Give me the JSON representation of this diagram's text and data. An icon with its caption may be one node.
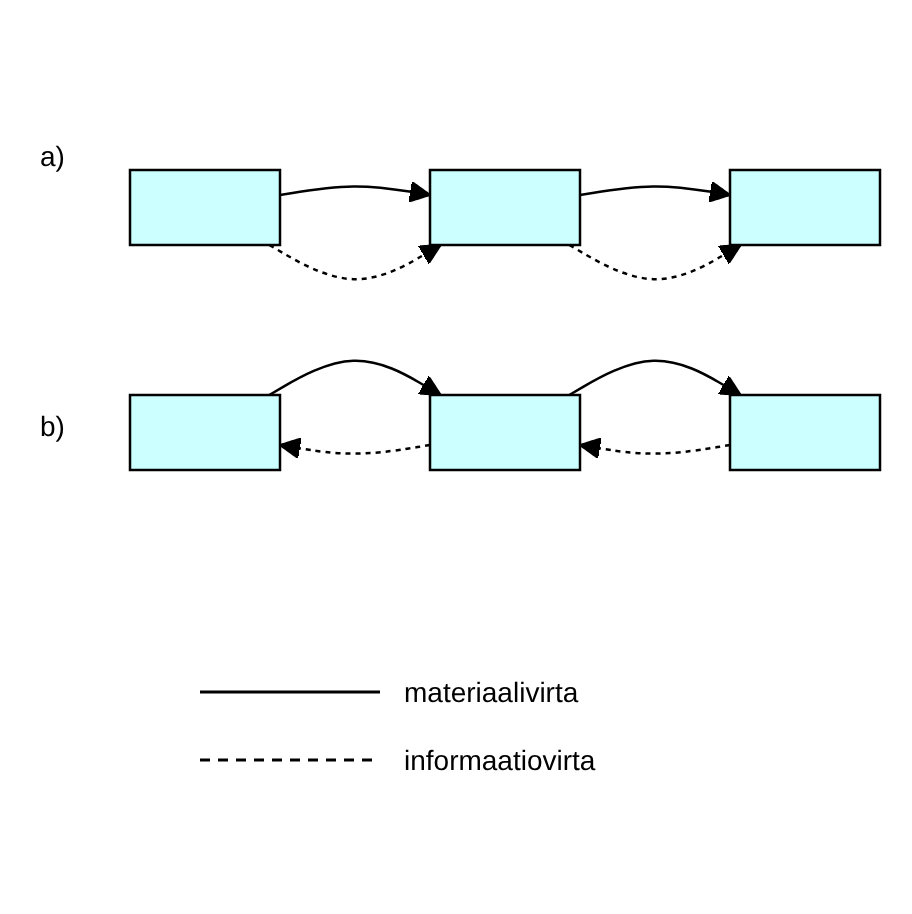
{
  "diagram": {
    "nodes": [
      {
        "text": [],
        "shape": "box"
      },
      {
        "text": [],
        "shape": "box"
      },
      {
        "text": [],
        "shape": "box"
      },
      {
        "text": [],
        "shape": "box"
      },
      {
        "text": [],
        "shape": "box"
      },
      {
        "text": [],
        "shape": "box"
      }
    ],
    "edges": [
      {
        "from": 0,
        "to": 1,
        "arrow": "to"
      },
      {
        "from": 0,
        "to": 1,
        "arrow": "to",
        "style": "dashed"
      },
      {
        "from": 1,
        "to": 2,
        "arrow": "to"
      },
      {
        "from": 1,
        "to": 2,
        "arrow": "to",
        "style": "dashed"
      },
      {
        "from": 3,
        "to": 4,
        "arrow": "to"
      },
      {
        "from": 4,
        "to": 3,
        "arrow": "to",
        "style": "dashed"
      },
      {
        "from": 4,
        "to": 5,
        "arrow": "to"
      },
      {
        "from": 5,
        "to": 4,
        "arrow": "to",
        "style": "dashed"
      }
    ],
    "labels": [
      "a)",
      "b)"
    ],
    "legend": [
      {
        "text": "materiaalivirta"
      },
      {
        "text": "informaatiovirta"
      }
    ]
  }
}
